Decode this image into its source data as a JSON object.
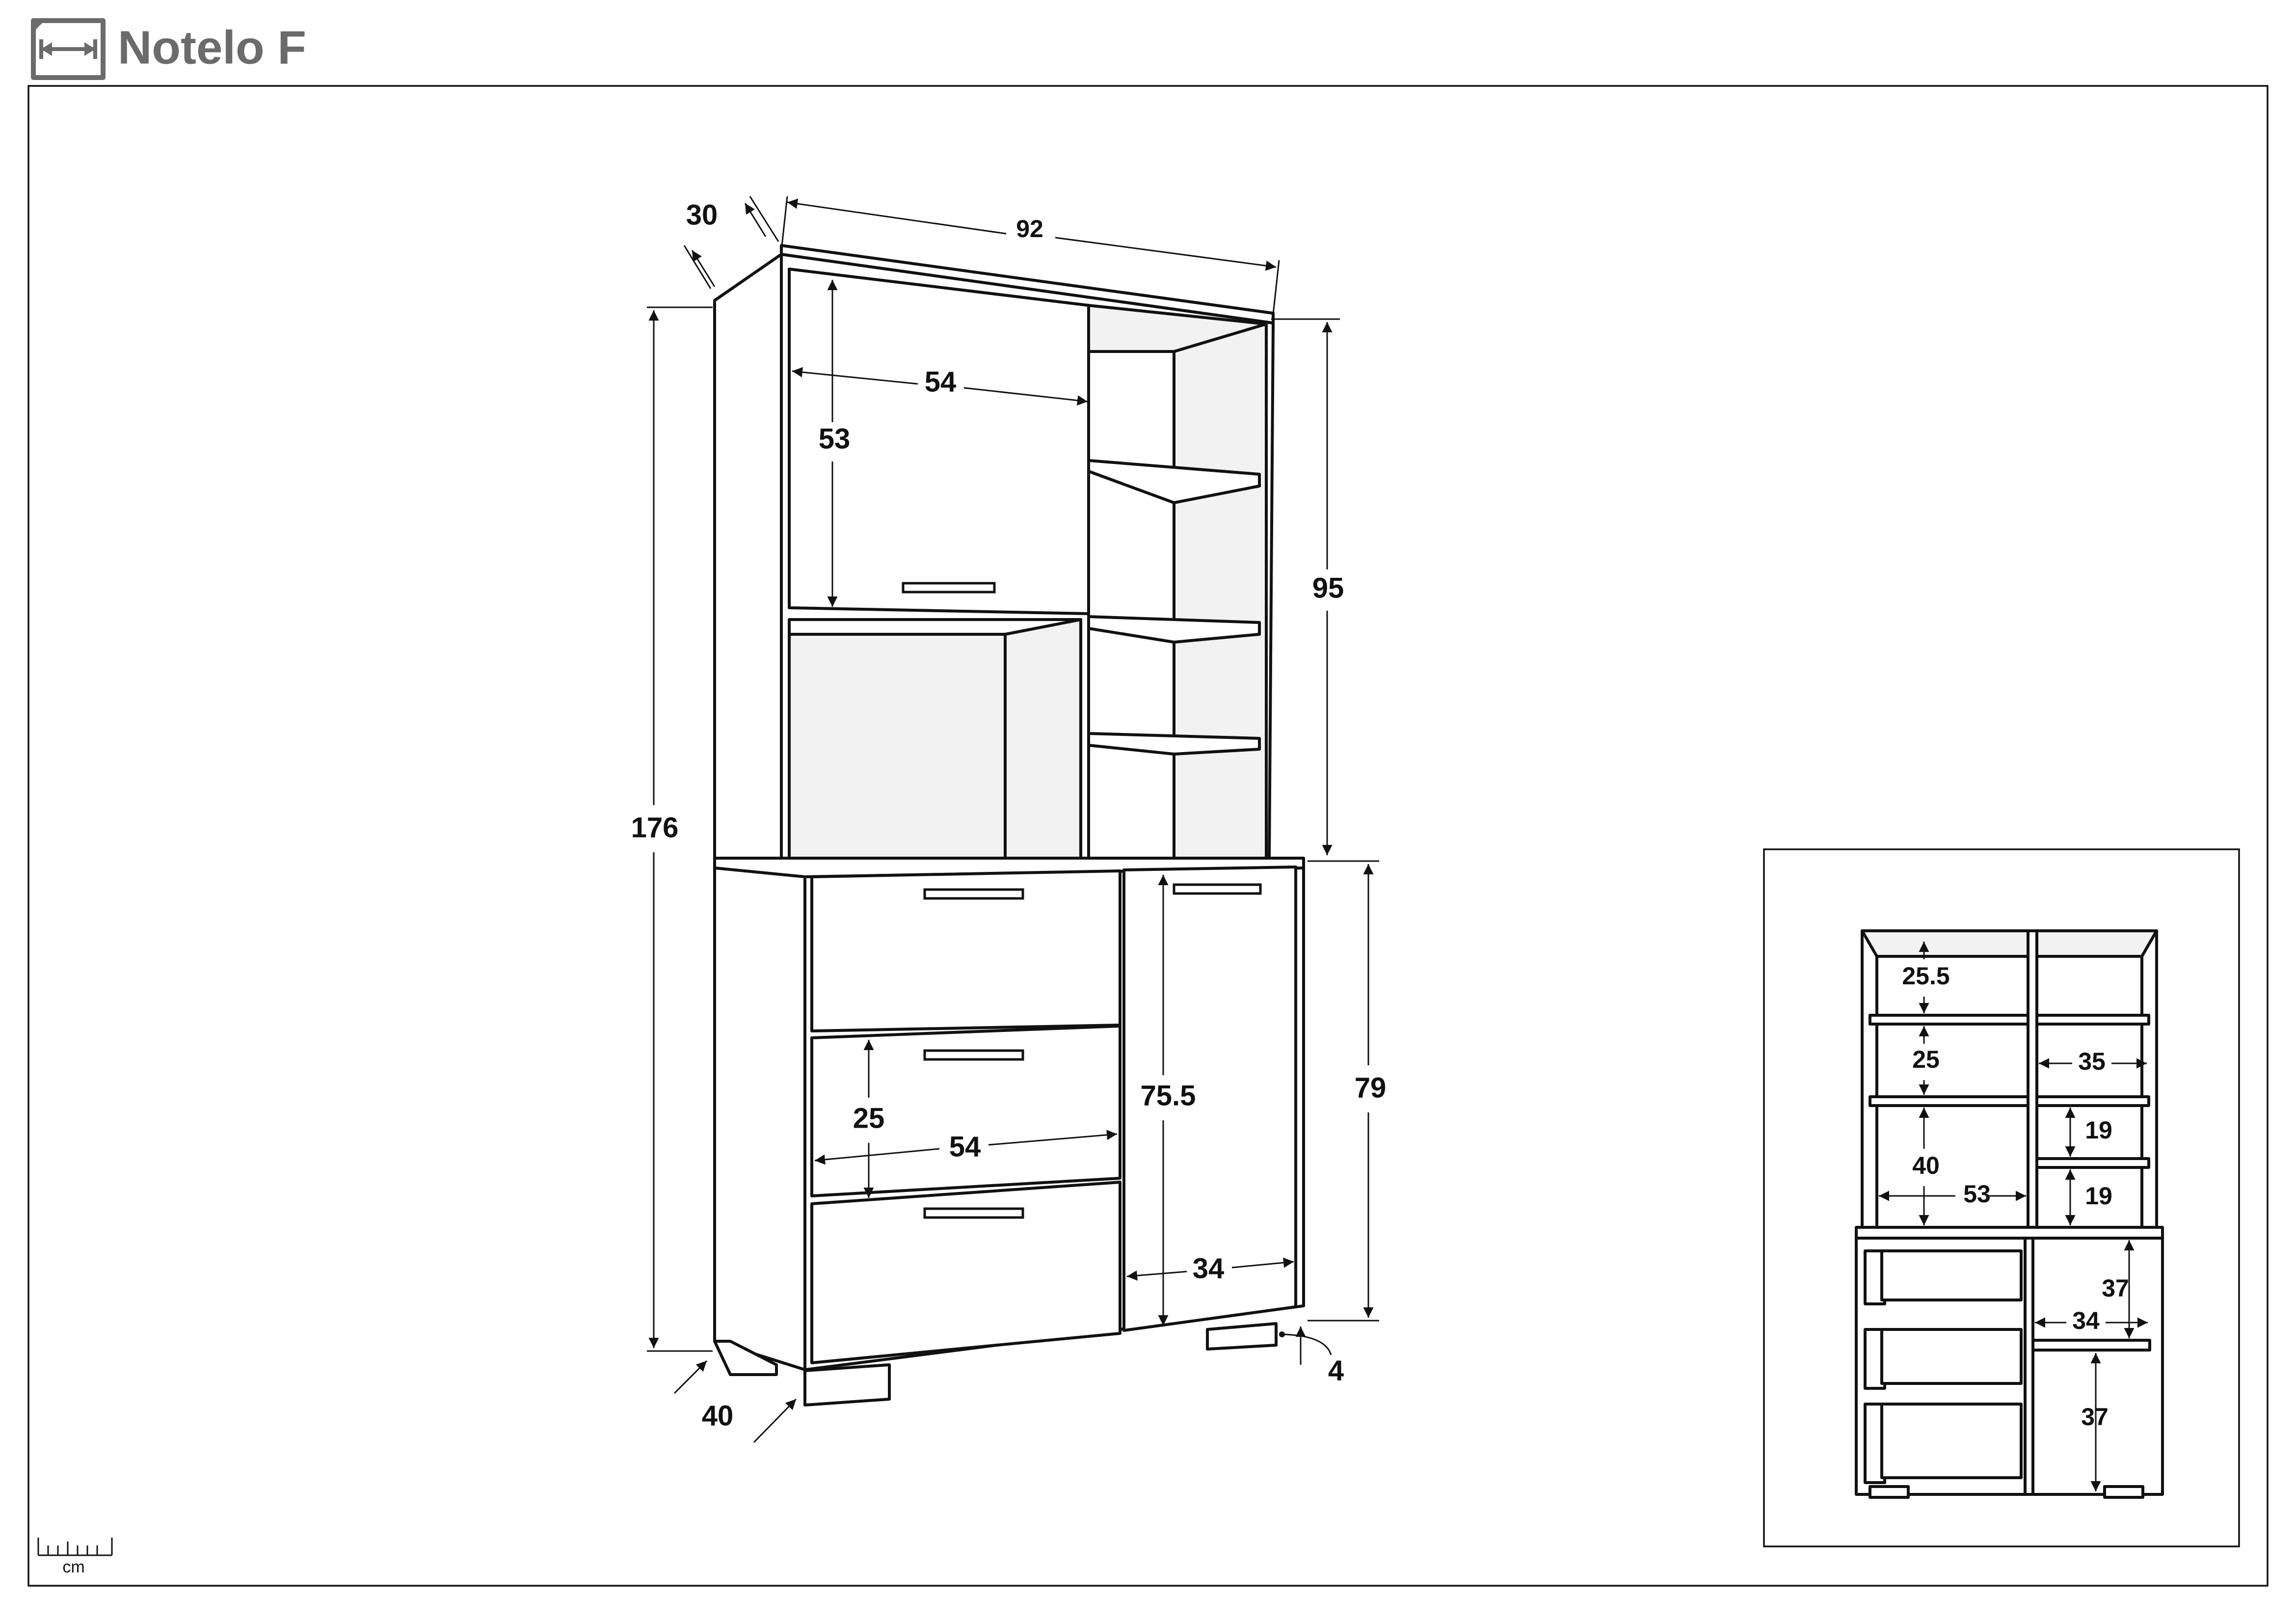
{
  "header": {
    "title": "Notelo F",
    "logo_icon": "dimension-ruler-icon"
  },
  "scale": {
    "unit": "cm"
  },
  "main_view": {
    "depth_top": "30",
    "width_top": "92",
    "upper_door_width": "54",
    "upper_door_height": "53",
    "upper_height": "95",
    "total_height": "176",
    "lower_height": "79",
    "drawer_height": "25",
    "drawer_width": "54",
    "door_height": "75.5",
    "door_width": "34",
    "depth_bottom": "40",
    "foot_height": "4"
  },
  "inset_view": {
    "shelf_1": "25.5",
    "shelf_2": "25",
    "shelf_3": "40",
    "width_left": "53",
    "width_right": "35",
    "right_shelf_1": "19",
    "right_shelf_2": "19",
    "lower_right_1": "37",
    "lower_right_width": "34",
    "lower_right_2": "37"
  },
  "colors": {
    "line": "#111111",
    "title": "#6b6b6b",
    "background": "#ffffff"
  }
}
